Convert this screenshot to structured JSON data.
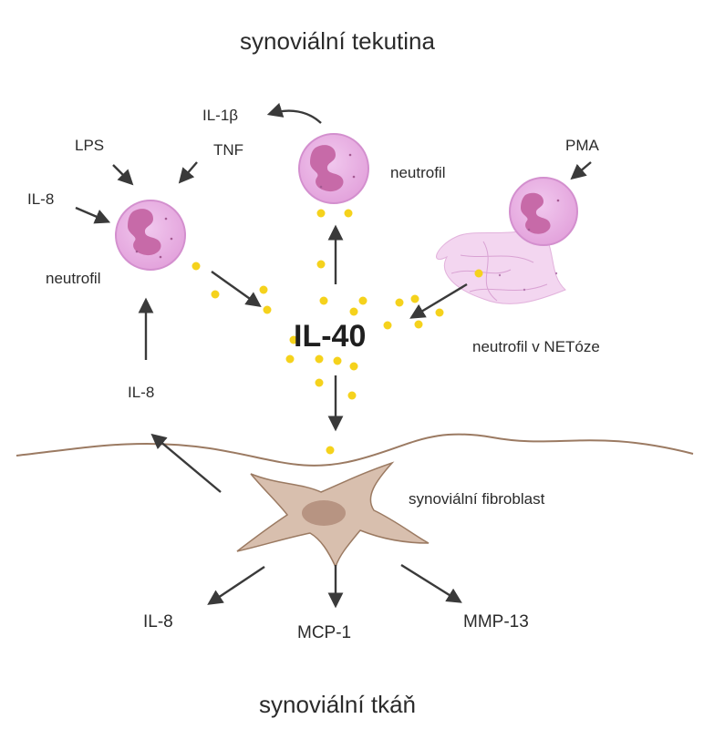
{
  "labels": {
    "top_region": "synoviální tekutina",
    "bottom_region": "synoviální tkáň",
    "center": "IL-40",
    "lps": "LPS",
    "tnf": "TNF",
    "il8_left": "IL-8",
    "il1b": "IL-1β",
    "pma": "PMA",
    "neutrophil_left": "neutrofil",
    "neutrophil_top": "neutrofil",
    "neutrophil_net": "neutrofil v NETóze",
    "il8_mid": "IL-8",
    "fibroblast": "synoviální fibroblast",
    "out_il8": "IL-8",
    "out_mcp1": "MCP-1",
    "out_mmp13": "MMP-13"
  },
  "colors": {
    "neutrophil_fill": "#e7aee2",
    "neutrophil_nucleus": "#c76aa8",
    "il40_dot": "#f5d21c",
    "fibroblast_fill": "#d8bfae",
    "fibroblast_nucleus": "#b79482",
    "membrane": "#9b7a62",
    "arrow": "#3a3a3a"
  }
}
